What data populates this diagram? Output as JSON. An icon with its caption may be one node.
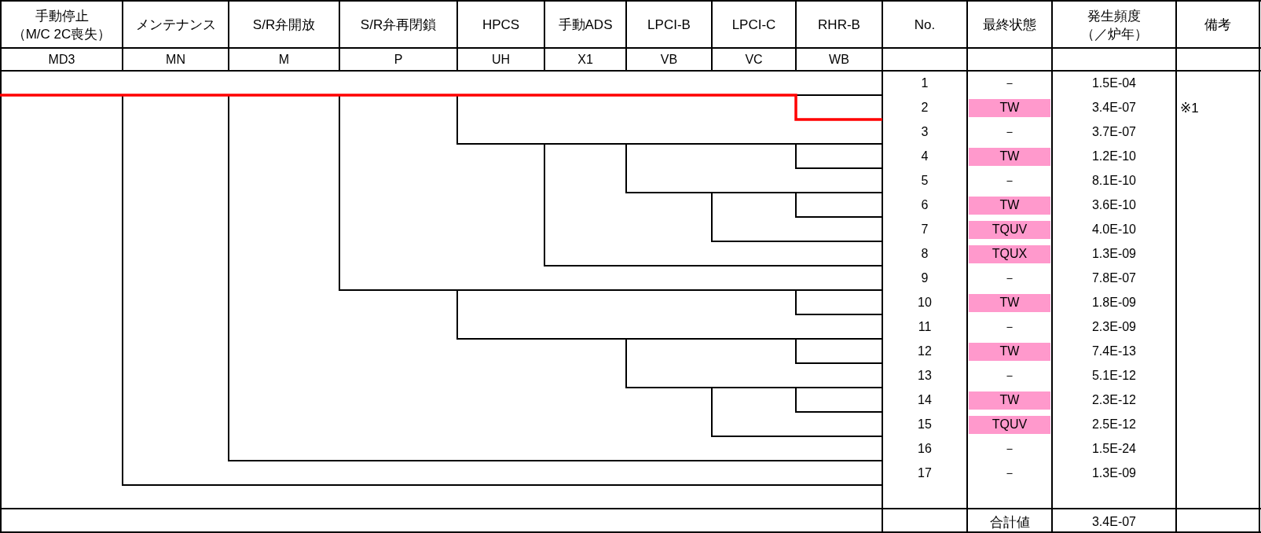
{
  "diagram": {
    "labels": [
      "手動停止",
      "（M/C 2C喪失）",
      "メンテナンス",
      "S/R弁開放",
      "S/R弁再閉鎖",
      "HPCS",
      "手動ADS",
      "LPCI-B",
      "LPCI-C",
      "RHR-B",
      "No.",
      "最終状態",
      "発生頻度",
      "（／炉年）",
      "備考",
      "MD3",
      "MN",
      "M",
      "P",
      "UH",
      "X1",
      "VB",
      "VC",
      "WB",
      "1",
      "－",
      "1.5E-04",
      "2",
      "TW",
      "3.4E-07",
      "※1",
      "3",
      "－",
      "3.7E-07",
      "4",
      "TW",
      "1.2E-10",
      "5",
      "－",
      "8.1E-10",
      "6",
      "TW",
      "3.6E-10",
      "7",
      "TQUV",
      "4.0E-10",
      "8",
      "TQUX",
      "1.3E-09",
      "9",
      "－",
      "7.8E-07",
      "10",
      "TW",
      "1.8E-09",
      "11",
      "－",
      "2.3E-09",
      "12",
      "TW",
      "7.4E-13",
      "13",
      "－",
      "5.1E-12",
      "14",
      "TW",
      "2.3E-12",
      "15",
      "TQUV",
      "2.5E-12",
      "16",
      "－",
      "1.5E-24",
      "17",
      "－",
      "1.3E-09",
      "合計値",
      "3.4E-07"
    ]
  }
}
